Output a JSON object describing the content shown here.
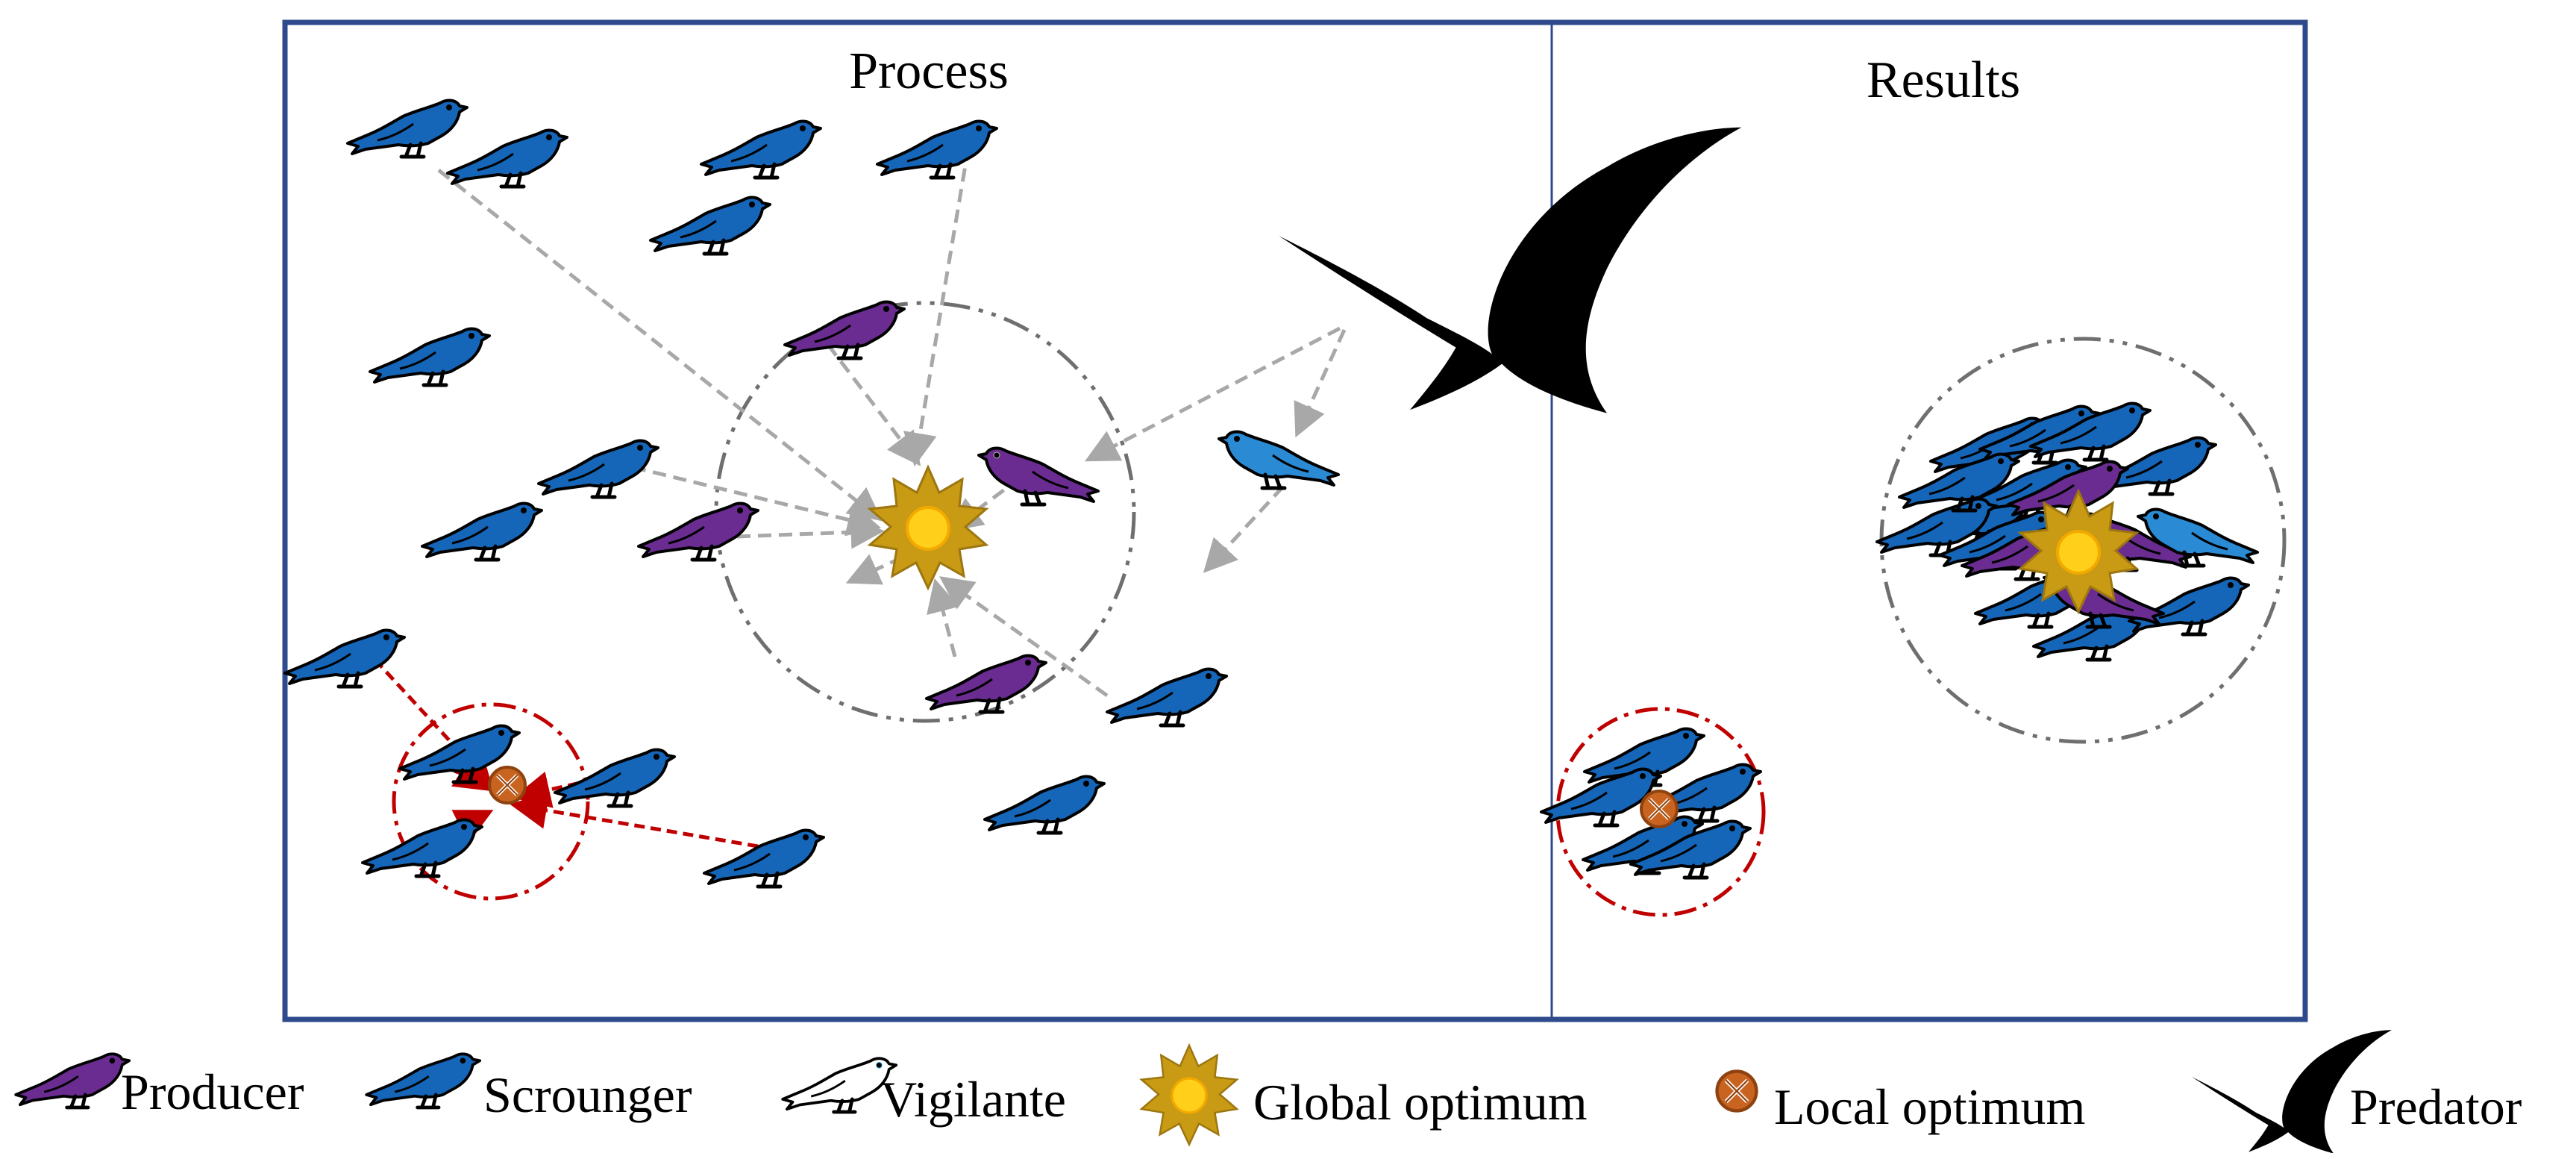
{
  "panels": {
    "process_title": "Process",
    "results_title": "Results"
  },
  "legend": {
    "producer": "Producer",
    "scrounger": "Scrounger",
    "vigilante": "Vigilante",
    "global_optimum": "Global optimum",
    "local_optimum": "Local optimum",
    "predator": "Predator"
  },
  "colors": {
    "frame": "#2f4a8c",
    "scrounger": "#1566b8",
    "producer": "#6a2c91",
    "vigilante": "#2a8ad4",
    "global_optimum": "#c99a14",
    "global_core": "#ffcf1a",
    "local_optimum": "#c8641f",
    "local_arrow": "#c00000",
    "gray_arrow": "#a8a8a8"
  },
  "icons": {
    "producer": "purple-bird-icon",
    "scrounger": "blue-bird-icon",
    "vigilante": "outline-bird-icon",
    "global_optimum": "sun-star-icon",
    "local_optimum": "crossed-circle-icon",
    "predator": "pterosaur-icon"
  }
}
